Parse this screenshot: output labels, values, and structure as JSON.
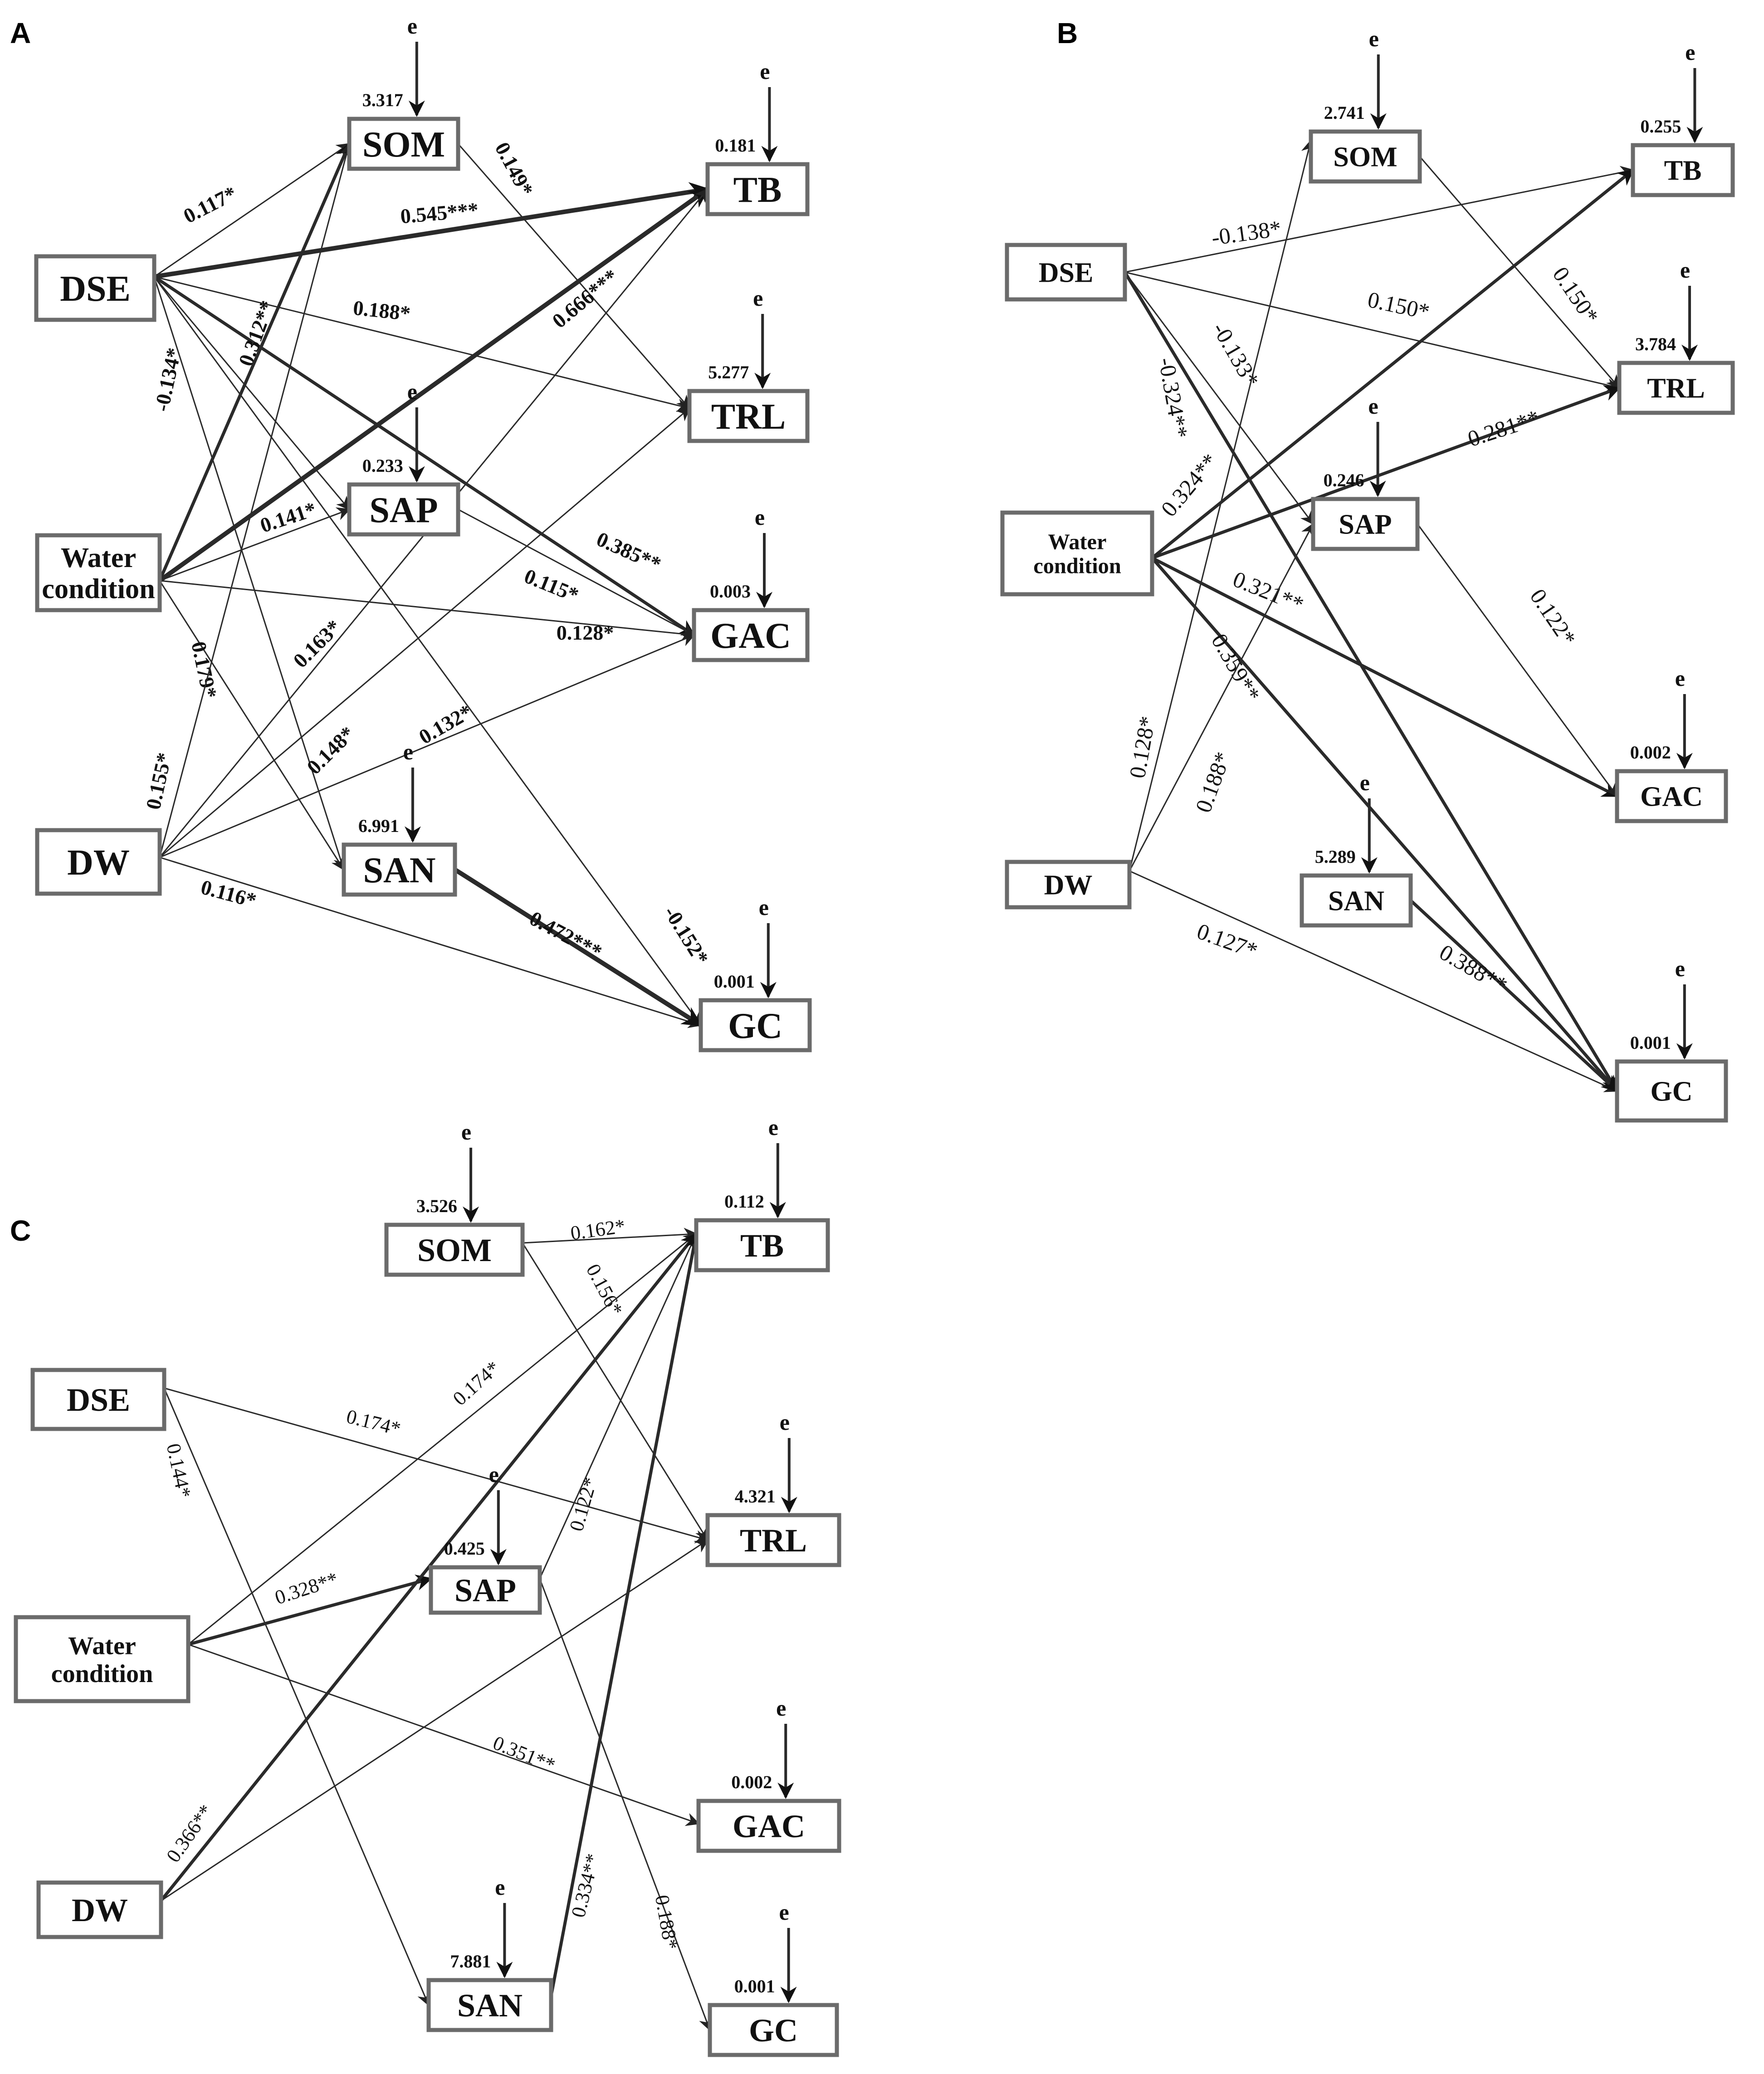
{
  "panels": [
    {
      "id": "A",
      "letter": "A",
      "bold_labels": true,
      "nodes": [
        {
          "id": "SOM",
          "label": "SOM",
          "rsq": "3.317"
        },
        {
          "id": "TB",
          "label": "TB",
          "rsq": "0.181"
        },
        {
          "id": "DSE",
          "label": "DSE"
        },
        {
          "id": "TRL",
          "label": "TRL",
          "rsq": "5.277"
        },
        {
          "id": "WC",
          "label": [
            "Water",
            "condition"
          ]
        },
        {
          "id": "SAP",
          "label": "SAP",
          "rsq": "0.233"
        },
        {
          "id": "GAC",
          "label": "GAC",
          "rsq": "0.003"
        },
        {
          "id": "DW",
          "label": "DW"
        },
        {
          "id": "SAN",
          "label": "SAN",
          "rsq": "6.991"
        },
        {
          "id": "GC",
          "label": "GC",
          "rsq": "0.001"
        }
      ],
      "edges": [
        {
          "from": "DSE",
          "to": "SOM",
          "label": "0.117*",
          "weight": 1
        },
        {
          "from": "DSE",
          "to": "TB",
          "label": "0.545***",
          "weight": 3
        },
        {
          "from": "DSE",
          "to": "TRL",
          "label": "0.188*",
          "weight": 1
        },
        {
          "from": "DSE",
          "to": "GAC",
          "label": "0.385**",
          "weight": 2
        },
        {
          "from": "DSE",
          "to": "SAN",
          "label": "0.312**",
          "weight": 1
        },
        {
          "from": "DSE",
          "to": "GC",
          "label": "-0.152*",
          "weight": 1
        },
        {
          "from": "DSE",
          "to": "SAP",
          "label": "-0.134*",
          "weight": 1
        },
        {
          "from": "SOM",
          "to": "TRL",
          "label": "0.149*",
          "weight": 1
        },
        {
          "from": "WC",
          "to": "SOM",
          "label": "",
          "weight": 2
        },
        {
          "from": "WC",
          "to": "TB",
          "label": "0.666***",
          "weight": 3
        },
        {
          "from": "WC",
          "to": "SAP",
          "label": "0.141*",
          "weight": 1
        },
        {
          "from": "WC",
          "to": "GAC",
          "label": "0.128*",
          "weight": 1
        },
        {
          "from": "WC",
          "to": "SAN",
          "label": "0.179*",
          "weight": 1
        },
        {
          "from": "SAP",
          "to": "GAC",
          "label": "0.115*",
          "weight": 1
        },
        {
          "from": "DW",
          "to": "SOM",
          "label": "0.155*",
          "weight": 1
        },
        {
          "from": "DW",
          "to": "TB",
          "label": "0.163*",
          "weight": 1
        },
        {
          "from": "DW",
          "to": "TRL",
          "label": "0.148*",
          "weight": 1
        },
        {
          "from": "DW",
          "to": "GAC",
          "label": "0.132*",
          "weight": 1
        },
        {
          "from": "DW",
          "to": "GC",
          "label": "0.116*",
          "weight": 1
        },
        {
          "from": "SAN",
          "to": "GC",
          "label": "0.472***",
          "weight": 3
        }
      ]
    },
    {
      "id": "B",
      "letter": "B",
      "bold_labels": false,
      "nodes": [
        {
          "id": "SOM",
          "label": "SOM",
          "rsq": "2.741"
        },
        {
          "id": "TB",
          "label": "TB",
          "rsq": "0.255"
        },
        {
          "id": "DSE",
          "label": "DSE"
        },
        {
          "id": "TRL",
          "label": "TRL",
          "rsq": "3.784"
        },
        {
          "id": "WC",
          "label": [
            "Water",
            "condition"
          ]
        },
        {
          "id": "SAP",
          "label": "SAP",
          "rsq": "0.246"
        },
        {
          "id": "GAC",
          "label": "GAC",
          "rsq": "0.002"
        },
        {
          "id": "DW",
          "label": "DW"
        },
        {
          "id": "SAN",
          "label": "SAN",
          "rsq": "5.289"
        },
        {
          "id": "GC",
          "label": "GC",
          "rsq": "0.001"
        }
      ],
      "edges": [
        {
          "from": "DSE",
          "to": "TB",
          "label": "-0.138*",
          "weight": 1
        },
        {
          "from": "DSE",
          "to": "TRL",
          "label": "0.150*",
          "weight": 1
        },
        {
          "from": "DSE",
          "to": "SAP",
          "label": "-0.133*",
          "weight": 1
        },
        {
          "from": "DSE",
          "to": "GC",
          "label": "-0.324**",
          "weight": 2
        },
        {
          "from": "SOM",
          "to": "TRL",
          "label": "0.150*",
          "weight": 1
        },
        {
          "from": "WC",
          "to": "TB",
          "label": "0.324**",
          "weight": 2
        },
        {
          "from": "WC",
          "to": "TRL",
          "label": "0.281**",
          "weight": 2
        },
        {
          "from": "WC",
          "to": "GAC",
          "label": "0.321**",
          "weight": 2
        },
        {
          "from": "WC",
          "to": "GC",
          "label": "0.359**",
          "weight": 2
        },
        {
          "from": "SAP",
          "to": "GAC",
          "label": "0.122*",
          "weight": 1
        },
        {
          "from": "DW",
          "to": "SOM",
          "label": "0.128*",
          "weight": 1
        },
        {
          "from": "DW",
          "to": "SAP",
          "label": "0.188*",
          "weight": 1
        },
        {
          "from": "DW",
          "to": "GC",
          "label": "0.127*",
          "weight": 1
        },
        {
          "from": "SAN",
          "to": "GC",
          "label": "0.388**",
          "weight": 2
        }
      ]
    },
    {
      "id": "C",
      "letter": "C",
      "bold_labels": false,
      "nodes": [
        {
          "id": "SOM",
          "label": "SOM",
          "rsq": "3.526"
        },
        {
          "id": "TB",
          "label": "TB",
          "rsq": "0.112"
        },
        {
          "id": "DSE",
          "label": "DSE"
        },
        {
          "id": "TRL",
          "label": "TRL",
          "rsq": "4.321"
        },
        {
          "id": "WC",
          "label": [
            "Water",
            "condition"
          ]
        },
        {
          "id": "SAP",
          "label": "SAP",
          "rsq": "0.425"
        },
        {
          "id": "GAC",
          "label": "GAC",
          "rsq": "0.002"
        },
        {
          "id": "DW",
          "label": "DW"
        },
        {
          "id": "SAN",
          "label": "SAN",
          "rsq": "7.881"
        },
        {
          "id": "GC",
          "label": "GC",
          "rsq": "0.001"
        }
      ],
      "edges": [
        {
          "from": "SOM",
          "to": "TB",
          "label": "0.162*",
          "weight": 1
        },
        {
          "from": "SOM",
          "to": "TRL",
          "label": "0.156*",
          "weight": 1
        },
        {
          "from": "DSE",
          "to": "TRL",
          "label": "0.174*",
          "weight": 1
        },
        {
          "from": "DSE",
          "to": "SAN",
          "label": "0.144*",
          "weight": 1
        },
        {
          "from": "WC",
          "to": "TB",
          "label": "0.174*",
          "weight": 1
        },
        {
          "from": "WC",
          "to": "SAP",
          "label": "0.328**",
          "weight": 2
        },
        {
          "from": "WC",
          "to": "GAC",
          "label": "0.351**",
          "weight": 1
        },
        {
          "from": "SAP",
          "to": "TB",
          "label": "0.122*",
          "weight": 1
        },
        {
          "from": "SAP",
          "to": "GC",
          "label": "0.188*",
          "weight": 1
        },
        {
          "from": "DW",
          "to": "TB",
          "label": "0.366**",
          "weight": 2
        },
        {
          "from": "DW",
          "to": "TRL",
          "label": "",
          "weight": 1
        },
        {
          "from": "SAN",
          "to": "TB",
          "label": "0.334**",
          "weight": 2
        }
      ]
    }
  ],
  "error_label": "e"
}
